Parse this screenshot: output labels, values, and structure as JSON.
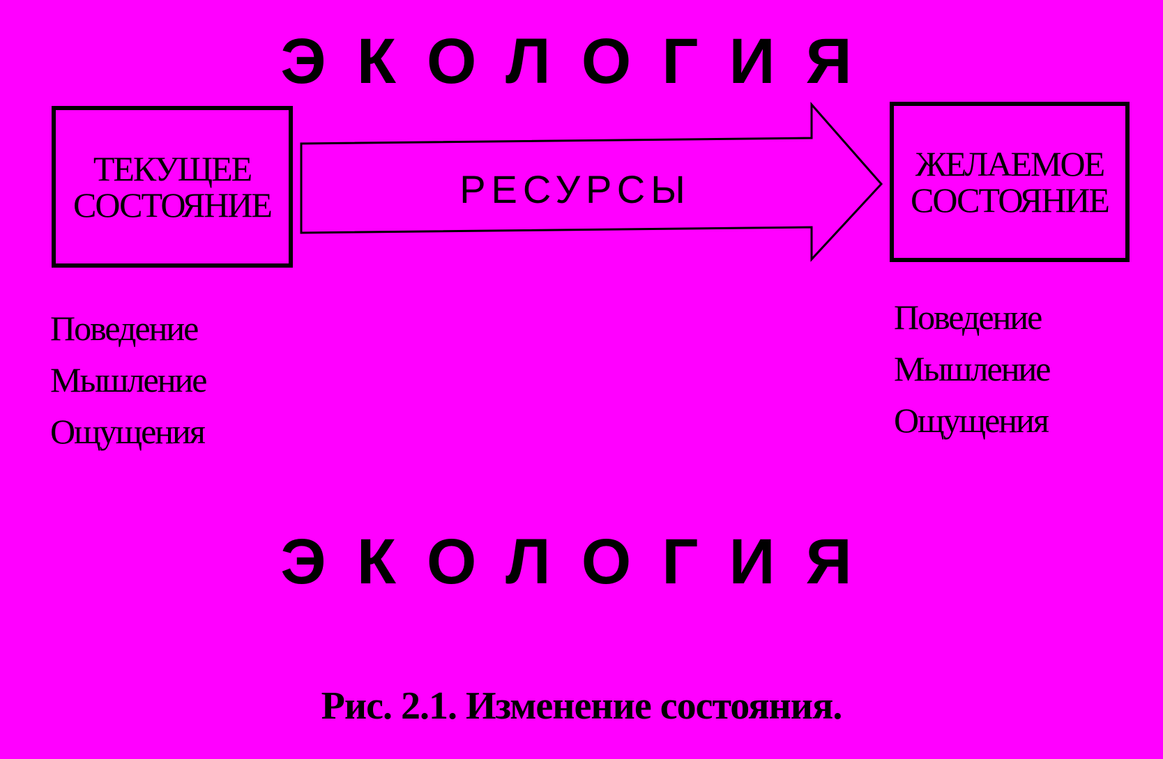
{
  "header": {
    "ecology_top": "ЭКОЛОГИЯ",
    "ecology_bottom": "ЭКОЛОГИЯ"
  },
  "current_state": {
    "line1": "ТЕКУЩЕЕ",
    "line2": "СОСТОЯНИЕ",
    "aspects": [
      "Поведение",
      "Мышление",
      "Ощущения"
    ]
  },
  "transition": {
    "label": "РЕСУРСЫ"
  },
  "desired_state": {
    "line1": "ЖЕЛАЕМОЕ",
    "line2": "СОСТОЯНИЕ",
    "aspects": [
      "Поведение",
      "Мышление",
      "Ощущения"
    ]
  },
  "caption": "Рис. 2.1. Изменение состояния.",
  "colors": {
    "background": "#ff00ff",
    "ink": "#000000"
  }
}
